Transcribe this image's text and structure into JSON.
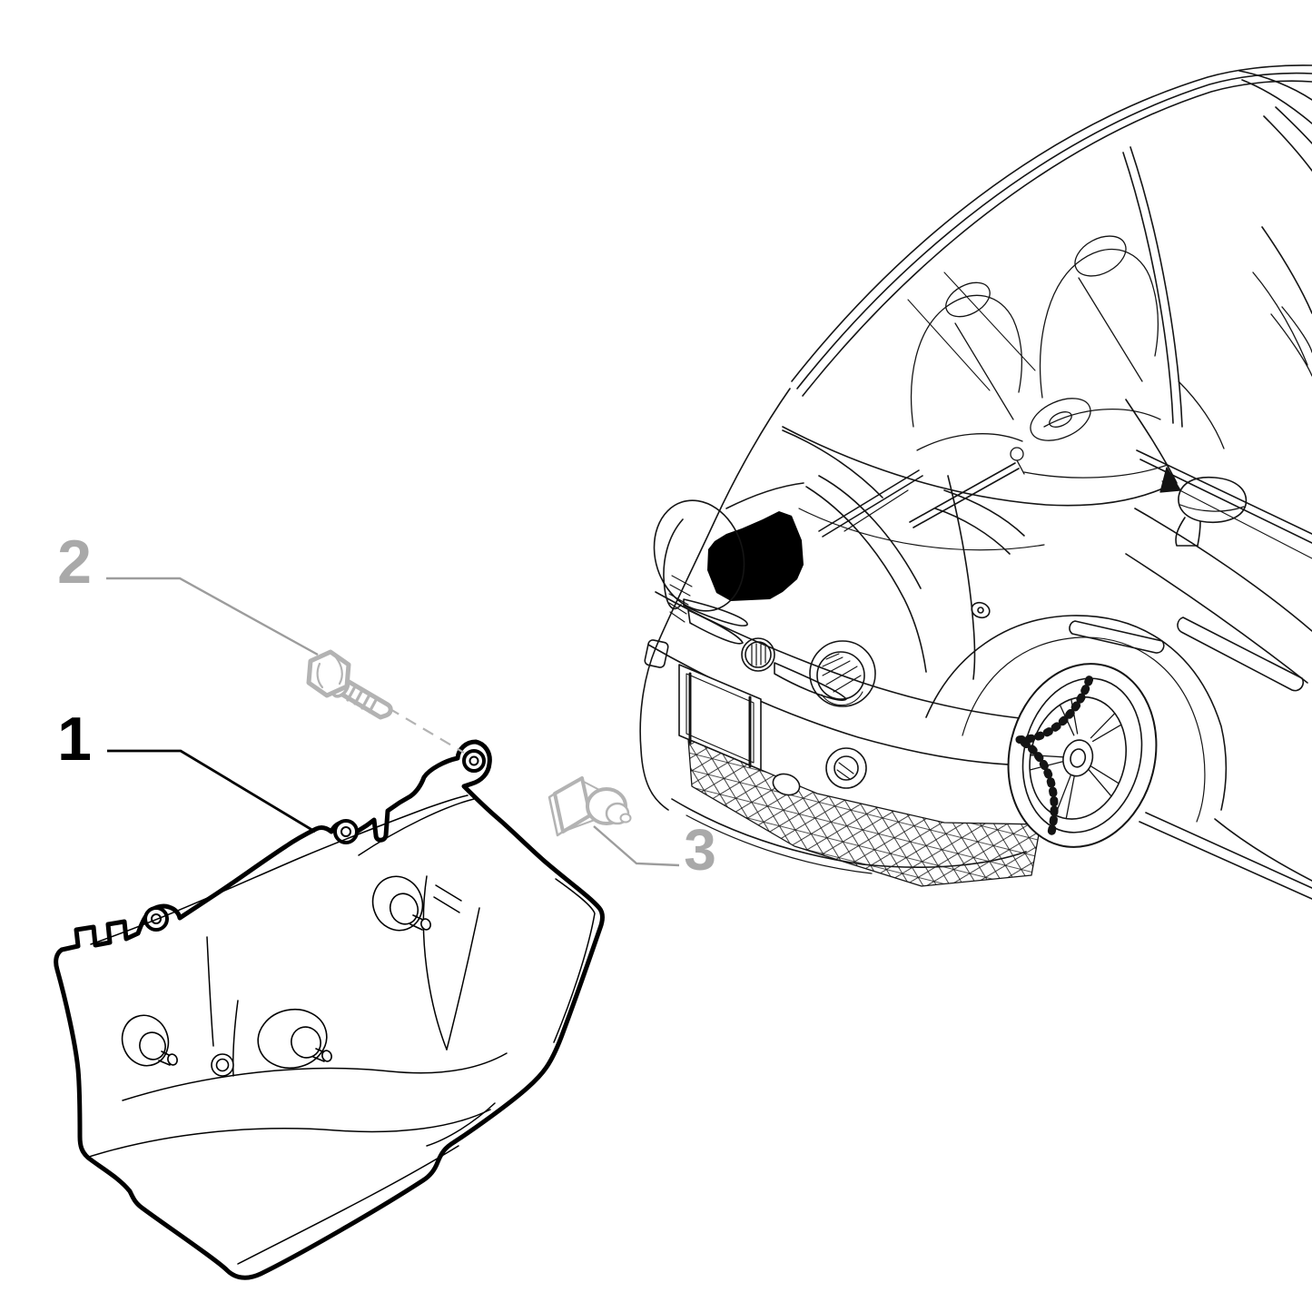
{
  "callouts": [
    {
      "number": "1",
      "color": "#000000"
    },
    {
      "number": "2",
      "color": "#a9a9a9"
    },
    {
      "number": "3",
      "color": "#a9a9a9"
    }
  ],
  "palette": {
    "background": "#ffffff",
    "car_line": "#141414",
    "part_line": "#000000",
    "hardware": "#b3b3b3",
    "leader_gray": "#9c9c9c",
    "leader_dark": "#000000",
    "highlight": "#000000"
  }
}
